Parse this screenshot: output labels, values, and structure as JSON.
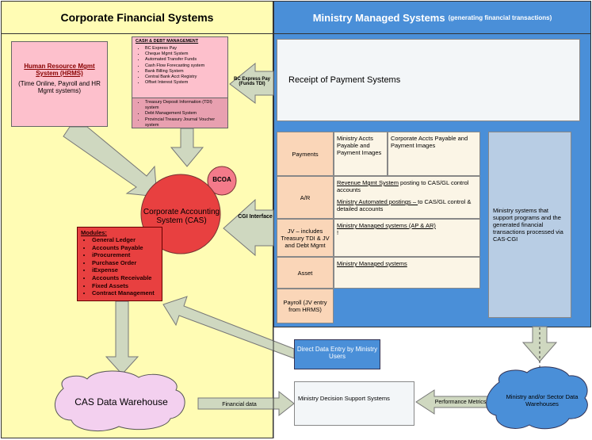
{
  "headers": {
    "left": "Corporate Financial Systems",
    "right": "Ministry Managed Systems",
    "right_sub": "(generating financial transactions)"
  },
  "hrms": {
    "title": "Human Resource Mgmt System (HRMS)",
    "desc": "(Time Online, Payroll and HR Mgmt systems)"
  },
  "cash_debt": {
    "title": "CASH & DEBT MANAGEMENT",
    "items": [
      "BC Express Pay",
      "Cheque Mgmt System",
      "Automated Transfer Funds",
      "Cash Flow Forecasting system",
      "Bank Billing System",
      "Central Bank Acct Registry",
      "Offset Interest System"
    ],
    "lower_items": [
      "Treasury Deposit Information (TDI) system",
      "Debt Management System",
      "Provincial Treasury Journal Voucher system"
    ]
  },
  "bc_express_label": "BC Express Pay (Funds TDI)",
  "receipt": "Receipt of Payment Systems",
  "cas": {
    "title": "Corporate Accounting System (CAS)",
    "bcoa": "BCOA",
    "cgi": "CGI Interface"
  },
  "modules": {
    "title": "Modules:",
    "items": [
      "General Ledger",
      "Accounts Payable",
      "iProcurement",
      "Purchase Order",
      "iExpense",
      "Accounts Receivable",
      "Fixed Assets",
      "Contract Management"
    ]
  },
  "ministry_rows": {
    "payments": "Payments",
    "payments_a": "Ministry Accts Payable and Payment Images",
    "payments_b": "Corporate Accts Payable and Payment Images",
    "ar": "A/R",
    "ar_a_link": "Revenue Mgmt System",
    "ar_a_rest": " posting to CAS/GL control accounts",
    "ar_b_link": "Ministry Automated postings – ",
    "ar_b_rest": "to CAS/GL control & detailed accounts",
    "jv": "JV – includes Treasury TDI & JV and Debt Mgmt",
    "jv_a": "Ministry Managed systems (AP & AR)",
    "jv_a_mark": "!",
    "asset": "Asset",
    "asset_a": "Ministry Managed systems",
    "payroll": "Payroll (JV entry from HRMS)"
  },
  "ministry_support": "Ministry systems that support programs and the generated financial transactions processed via CAS-CGI",
  "direct_entry": "Direct Data Entry by Ministry Users",
  "warehouse": "CAS Data Warehouse",
  "financial_data": "Financial data",
  "dss": "Ministry Decision Support Systems",
  "performance": "Performance Metrics",
  "sector_wh": "Ministry and/or Sector Data Warehouses",
  "colors": {
    "left_bg": "#fffcb4",
    "right_bg": "#4a8fd8",
    "cas": "#e84040",
    "pink": "#fdc0cc",
    "peach": "#fad6b8",
    "arrow": "#cfd8c0"
  }
}
